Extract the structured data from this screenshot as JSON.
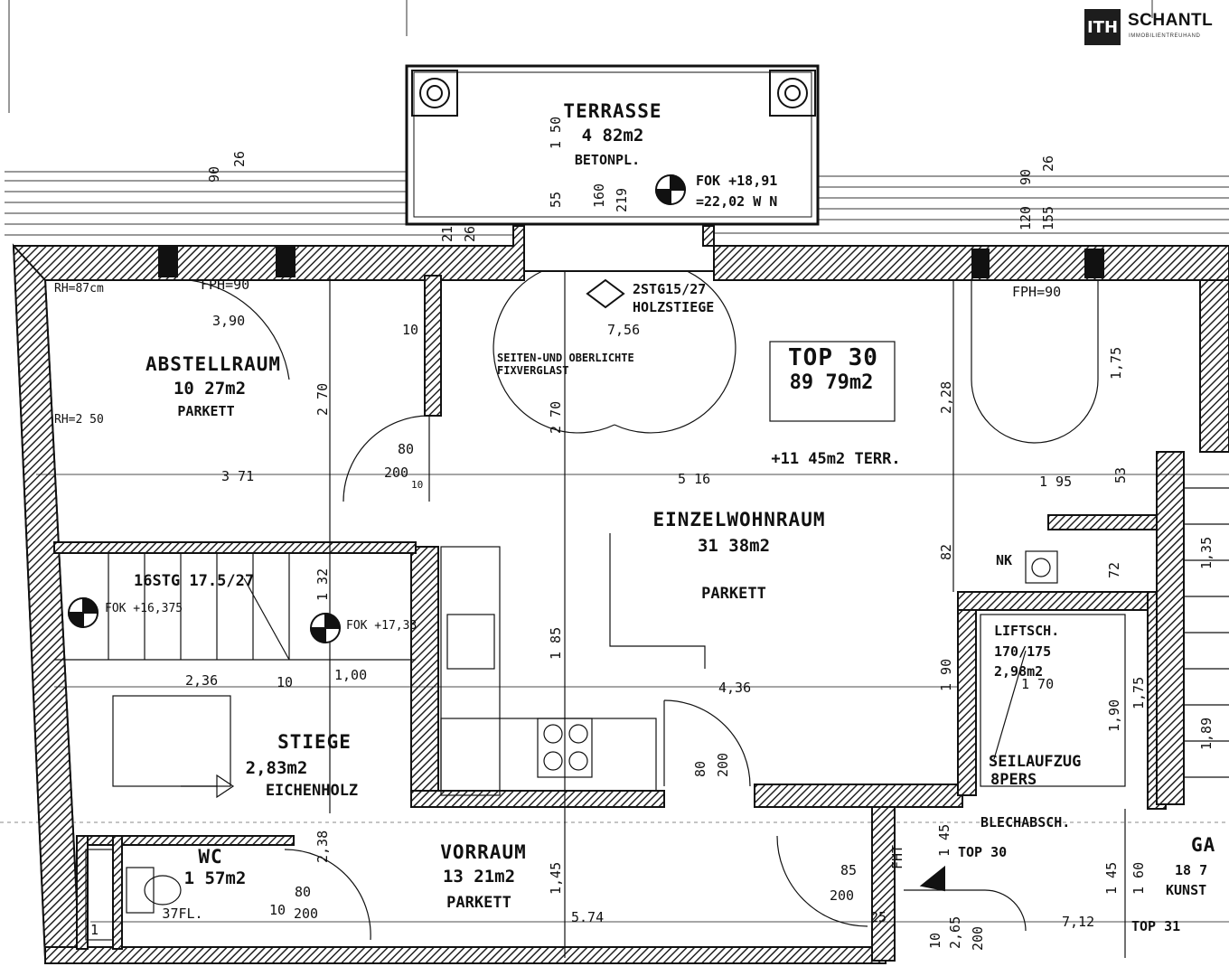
{
  "logo": {
    "mark": "ITH",
    "name": "SCHANTL",
    "tagline": "IMMOBILIENTREUHAND"
  },
  "unit": {
    "title": "TOP 30",
    "area": "89 79m2",
    "terrace_note": "+11 45m2 TERR."
  },
  "rooms": {
    "terrasse": {
      "name": "TERRASSE",
      "area": "4 82m2",
      "floor": "BETONPL."
    },
    "abstellraum": {
      "name": "ABSTELLRAUM",
      "area": "10 27m2",
      "floor": "PARKETT"
    },
    "einzelwohnraum": {
      "name": "EINZELWOHNRAUM",
      "area": "31 38m2",
      "floor": "PARKETT"
    },
    "stiege": {
      "name": "STIEGE",
      "area": "2,83m2",
      "floor": "EICHENHOLZ"
    },
    "wc": {
      "name": "WC",
      "area": "1 57m2",
      "floor": "37FL."
    },
    "vorraum": {
      "name": "VORRAUM",
      "area": "13 21m2",
      "floor": "PARKETT"
    },
    "liftsch": {
      "name": "LIFTSCH.",
      "size": "170/175",
      "area": "2,98m2"
    },
    "seilaufzug": {
      "name": "SEILAUFZUG",
      "capacity": "8PERS"
    },
    "garage_partial": {
      "name": "GA",
      "area": "18 7",
      "floor": "KUNST"
    }
  },
  "labels": {
    "fok_terrasse_1": "FOK +18,91",
    "fok_terrasse_2": "=22,02 W N",
    "stair_top": "2STG15/27",
    "stair_top_2": "HOLZSTIEGE",
    "glazing_1": "SEITEN-UND OBERLICHTE",
    "glazing_2": "FIXVERGLAST",
    "rh": "RH=87cm",
    "fph_left": "FPH=90",
    "fph_right": "FPH=90",
    "rh2": "RH=2 50",
    "stair_16": "16STG   17.5/27",
    "fok_1": "FOK +16,375",
    "fok_2": "FOK +17,33",
    "nk": "NK",
    "blech": "BLECHABSCH.",
    "top30_small": "TOP 30",
    "top31_small": "TOP 31",
    "fht": "FHT"
  },
  "dims": {
    "d390": "3,90",
    "d371": "3 71",
    "d516": "5 16",
    "d195": "1 95",
    "d236": "2,36",
    "d10a": "10",
    "d100": "1,00",
    "d436": "4,36",
    "d574": "5.74",
    "d712": "7,12",
    "d756": "7,56",
    "d10b": "10",
    "d80a": "80",
    "d200a": "200",
    "d10c": "10",
    "d80b": "80",
    "d200b": "200",
    "d85": "85",
    "d200c": "200",
    "d80c": "80",
    "d200d": "200",
    "d10d": "10",
    "d170": "1 70",
    "d270a": "2 70",
    "d270b": "2 70",
    "d228": "2,28",
    "d175a": "1,75",
    "d185": "1 85",
    "d190a": "1 90",
    "d190b": "1,90",
    "d175b": "1,75",
    "d145a": "1,45",
    "d145b": "1 45",
    "d145c": "1 45",
    "d160a": "1 60",
    "d238": "2,38",
    "d132": "1 32",
    "d82": "82",
    "d135": "1,35",
    "d72": "72",
    "d150": "1 50",
    "d55": "55",
    "d160b": "160",
    "d219": "219",
    "d90a": "90",
    "d26a": "26",
    "d90b": "90",
    "d26b": "26",
    "d120": "120",
    "d155": "155",
    "d21": "21",
    "d26c": "26",
    "d53": "53",
    "d189": "1,89",
    "d25": "25",
    "d265": "2,65",
    "d200e": "200",
    "d10e": "10",
    "d1": "1"
  }
}
